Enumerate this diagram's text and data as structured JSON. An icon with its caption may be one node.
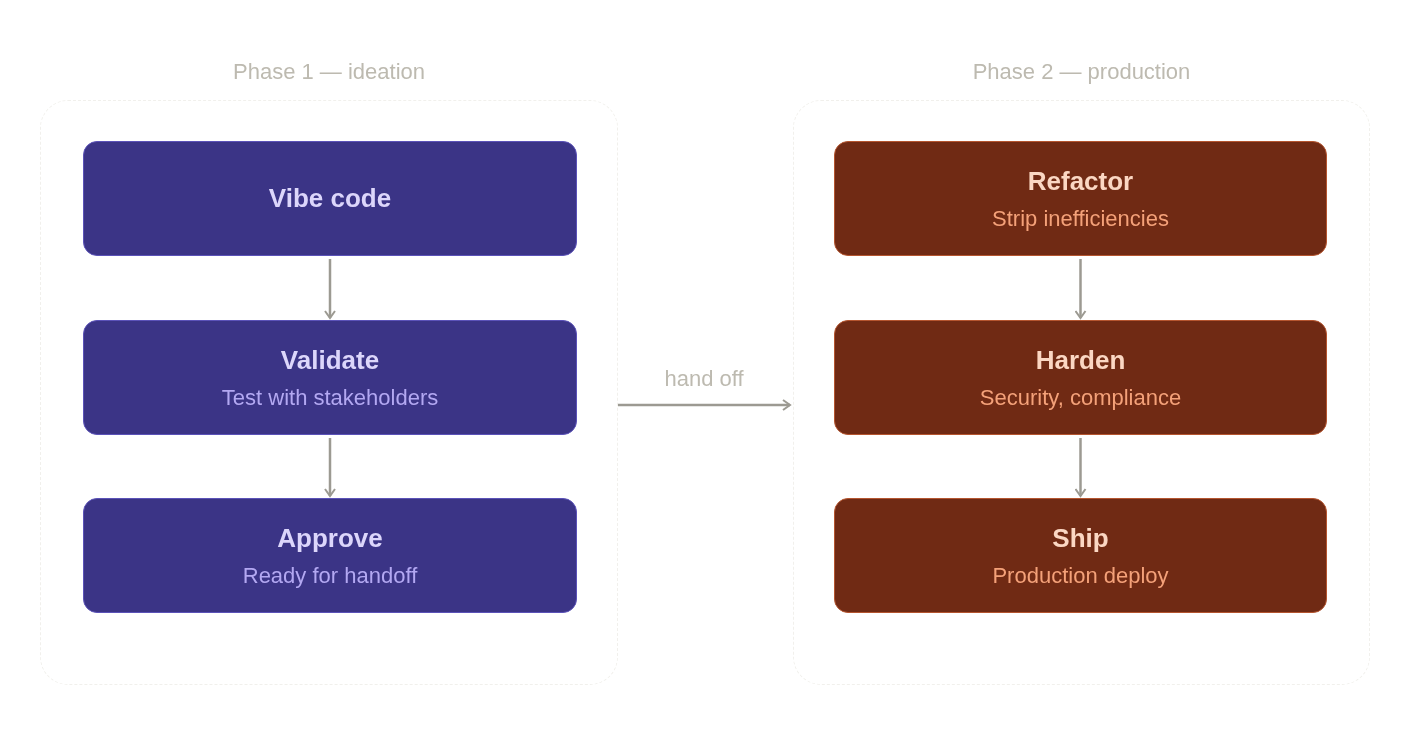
{
  "diagram": {
    "nodes": [
      {
        "text": [
          "Phase 1 — ideation"
        ]
      },
      {
        "text": [
          "Vibe code"
        ],
        "in": 0
      },
      {
        "text": [
          "Validate",
          "Test with stakeholders"
        ],
        "in": 0
      },
      {
        "text": [
          "Approve",
          "Ready for handoff"
        ],
        "in": 0
      },
      {
        "text": [
          "Phase 2 — production"
        ]
      },
      {
        "text": [
          "Refactor",
          "Strip inefficiencies"
        ],
        "in": 4
      },
      {
        "text": [
          "Harden",
          "Security, compliance"
        ],
        "in": 4
      },
      {
        "text": [
          "Ship",
          "Production deploy"
        ],
        "in": 4
      }
    ],
    "edges": [
      {
        "from": 1,
        "to": 2,
        "arrow": "to"
      },
      {
        "from": 2,
        "to": 3,
        "arrow": "to"
      },
      {
        "from": 0,
        "to": 4,
        "arrow": "to",
        "label": "hand off"
      },
      {
        "from": 5,
        "to": 6,
        "arrow": "to"
      },
      {
        "from": 6,
        "to": 7,
        "arrow": "to"
      }
    ]
  }
}
